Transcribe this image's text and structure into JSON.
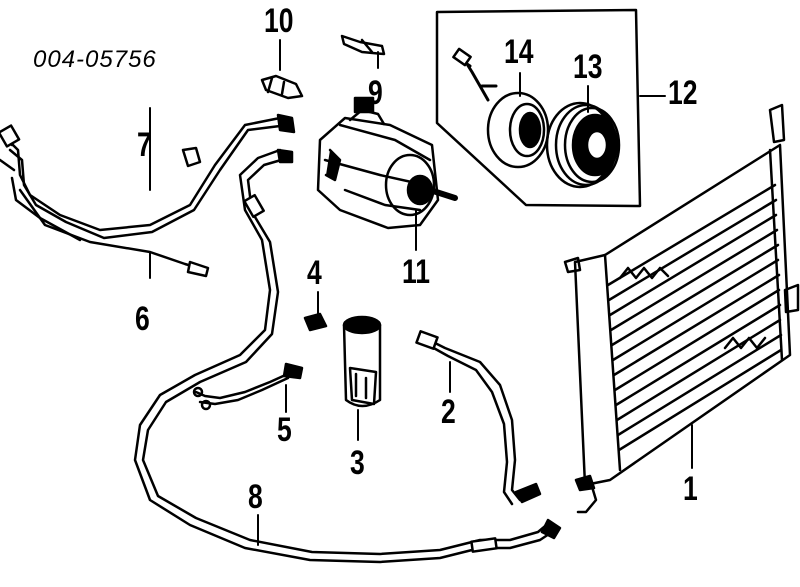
{
  "diagram_code": "004-05756",
  "callouts": {
    "c1": "1",
    "c2": "2",
    "c3": "3",
    "c4": "4",
    "c5": "5",
    "c6": "6",
    "c7": "7",
    "c8": "8",
    "c9": "9",
    "c10": "10",
    "c11": "11",
    "c12": "12",
    "c13": "13",
    "c14": "14"
  },
  "colors": {
    "ink": "#000000",
    "paper": "#ffffff"
  }
}
